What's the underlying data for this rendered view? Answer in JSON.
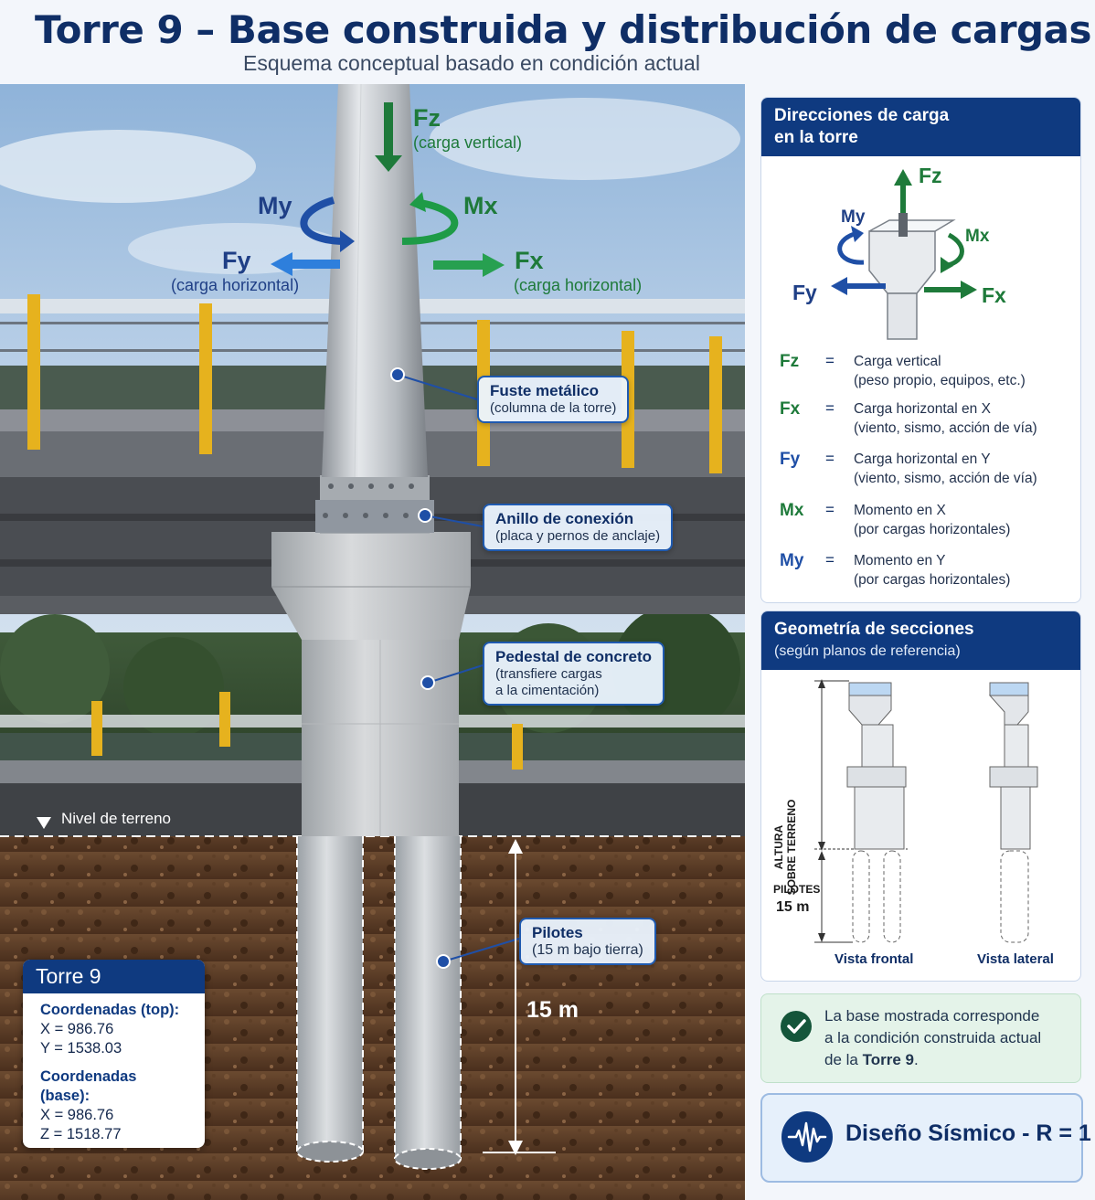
{
  "title": "Torre 9 – Base construida y distribución de cargas",
  "subtitle": "Esquema conceptual basado en condición actual",
  "scene": {
    "loads": {
      "fz": {
        "symbol": "Fz",
        "note": "(carga vertical)"
      },
      "my": {
        "symbol": "My"
      },
      "mx": {
        "symbol": "Mx"
      },
      "fy": {
        "symbol": "Fy",
        "note": "(carga horizontal)"
      },
      "fx": {
        "symbol": "Fx",
        "note": "(carga horizontal)"
      }
    },
    "annotations": {
      "fuste": {
        "title": "Fuste metálico",
        "sub": "(columna de la torre)"
      },
      "anillo": {
        "title": "Anillo de conexión",
        "sub": "(placa y pernos de anclaje)"
      },
      "pedestal": {
        "title": "Pedestal de concreto",
        "sub1": "(transfiere cargas",
        "sub2": "a la cimentación)"
      },
      "pilotes": {
        "title": "Pilotes",
        "sub": "(15 m bajo tierra)"
      }
    },
    "ground_label": "Nivel de terreno",
    "depth_label": "15 m",
    "torre_card": {
      "title": "Torre 9",
      "top_header": "Coordenadas (top):",
      "top_x": "X = 986.76",
      "top_y": "Y = 1538.03",
      "base_header": "Coordenadas (base):",
      "base_x": "X = 986.76",
      "base_z": "Z = 1518.77"
    }
  },
  "load_panel": {
    "title1": "Direcciones de carga",
    "title2": "en la torre",
    "diagram": {
      "fz": "Fz",
      "my": "My",
      "mx": "Mx",
      "fy": "Fy",
      "fx": "Fx"
    },
    "legend": [
      {
        "symbol": "Fz",
        "eq": "=",
        "line1": "Carga vertical",
        "line2": "(peso propio, equipos, etc.)"
      },
      {
        "symbol": "Fx",
        "eq": "=",
        "line1": "Carga horizontal en X",
        "line2": "(viento, sismo, acción de vía)"
      },
      {
        "symbol": "Fy",
        "eq": "=",
        "line1": "Carga horizontal en Y",
        "line2": "(viento, sismo, acción de vía)"
      },
      {
        "symbol": "Mx",
        "eq": "=",
        "line1": "Momento en X",
        "line2": "(por cargas horizontales)"
      },
      {
        "symbol": "My",
        "eq": "=",
        "line1": "Momento en Y",
        "line2": "(por cargas horizontales)"
      }
    ]
  },
  "geometry_panel": {
    "title": "Geometría de secciones",
    "note": "(según planos de referencia)",
    "height_label1": "ALTURA",
    "height_label2": "SOBRE TERRENO",
    "piles_label": "PILOTES",
    "piles_value": "15 m",
    "front_view": "Vista frontal",
    "side_view": "Vista lateral"
  },
  "note": {
    "line1": "La base mostrada corresponde",
    "line2": "a la condición construida actual",
    "line3_pre": "de la ",
    "line3_bold": "Torre 9",
    "line3_post": "."
  },
  "seismic": {
    "label": "Diseño Sísmico - R = 1"
  },
  "colors": {
    "navy": "#0f3a80",
    "green": "#1e7a3a",
    "blue": "#1f5ab0",
    "soil": "#5a3a24"
  }
}
